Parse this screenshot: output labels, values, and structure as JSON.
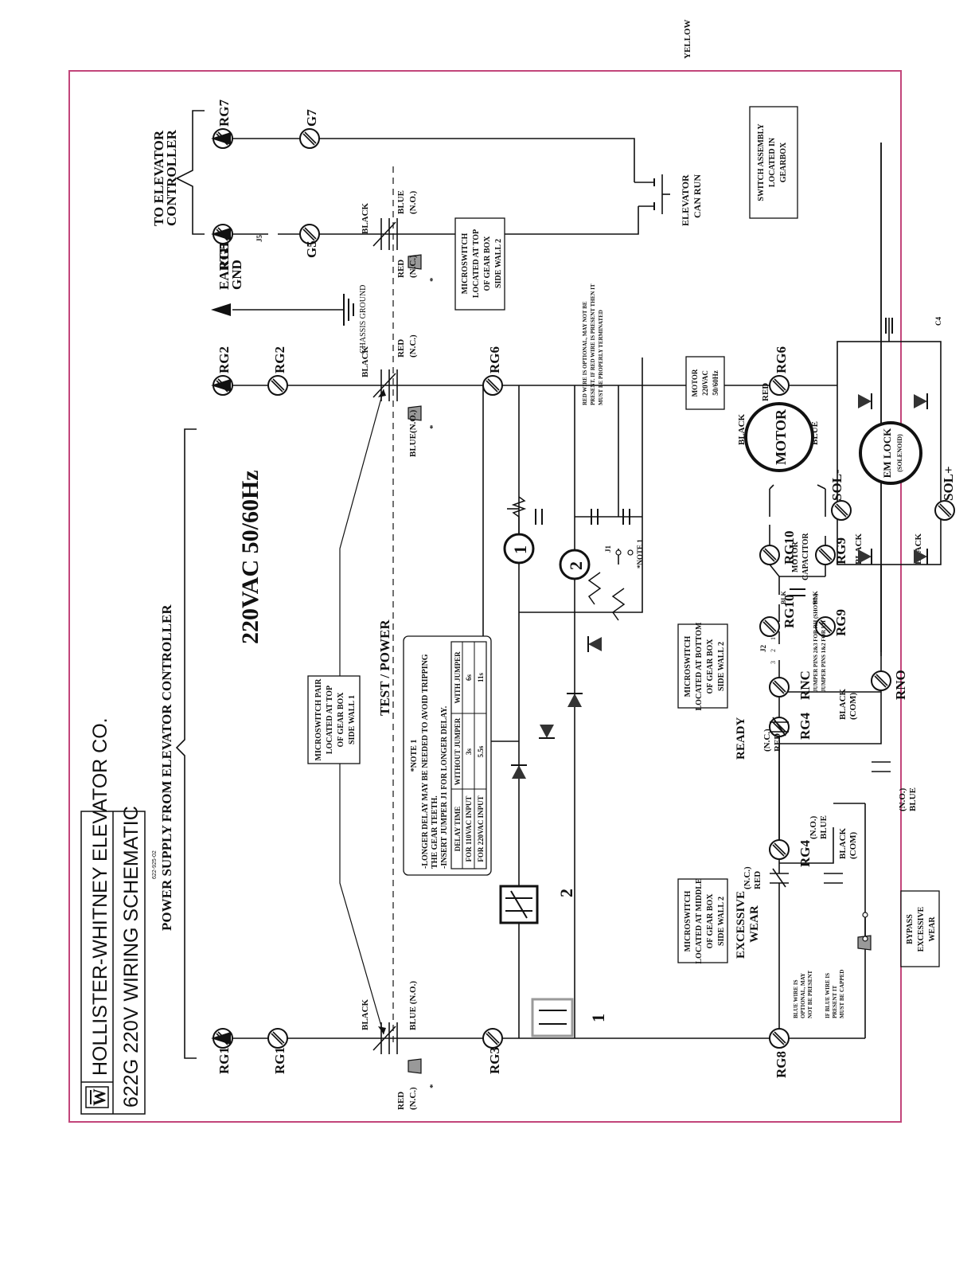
{
  "title_block": {
    "company": "HOLLISTER-WHITNEY ELEVATOR CO.",
    "schematic": "622G 220V WIRING SCHEMATIC",
    "doc_no": "622-925-02"
  },
  "headers": {
    "power_supply": "POWER SUPPLY FROM ELEVATOR CONTROLLER",
    "voltage": "220VAC 50/60Hz",
    "to_controller_1": "TO ELEVATOR",
    "to_controller_2": "CONTROLLER",
    "test_power": "TEST / POWER"
  },
  "terminals": {
    "rg1": "RG1",
    "rg2": "RG2",
    "rg3": "RG3",
    "rg4": "RG4",
    "rg5": "RG5",
    "rg6": "RG6",
    "rg7": "RG7",
    "rg8": "RG8",
    "rg9": "RG9",
    "rg10": "RG10",
    "g5": "G5",
    "g7": "G7",
    "rnc": "RNC",
    "rno": "RNO",
    "earth_1": "EARTH",
    "earth_2": "GND",
    "chassis": "CHASSIS GROUND",
    "sol_minus": "SOL-",
    "sol_plus": "SOL+"
  },
  "wires": {
    "black": "BLACK",
    "red": "RED",
    "blue": "BLUE",
    "yellow": "YELLOW",
    "red_nc": "RED",
    "nc": "(N.C.)",
    "blue_no": "BLUE (N.O.)",
    "blue_no_2": "BLUE(N.O.)",
    "no": "(N.O.)",
    "black_com": "BLACK",
    "com": "(COM)",
    "blk": "BLK",
    "star": "*"
  },
  "labels": {
    "microswitch_pair": [
      "MICROSWITCH PAIR",
      "LOCATED AT TOP",
      "OF GEAR BOX",
      "SIDE WALL 1"
    ],
    "microswitch_top2": [
      "MICROSWITCH",
      "LOCATED AT TOP",
      "OF GEAR BOX",
      "SIDE WALL 2"
    ],
    "microswitch_bottom2": [
      "MICROSWITCH",
      "LOCATED AT BOTTOM",
      "OF GEAR BOX",
      "SIDE WALL 2"
    ],
    "microswitch_middle2": [
      "MICROSWITCH",
      "LOCATED AT MIDDLE",
      "OF GEAR BOX",
      "SIDE WALL 2"
    ],
    "switch_assembly": [
      "SWITCH ASSEMBLY",
      "LOCATED IN",
      "GEARBOX"
    ],
    "elevator_can_run": [
      "ELEVATOR",
      "CAN RUN"
    ],
    "motor_spec": [
      "MOTOR",
      "220VAC",
      "50/60Hz"
    ],
    "motor": "MOTOR",
    "motor_capacitor": [
      "MOTOR",
      "CAPACITOR"
    ],
    "em_lock": "EM LOCK",
    "solenoid": "(SOLENOID)",
    "ready": "READY",
    "excessive_wear": [
      "EXCESSIVE",
      "WEAR"
    ],
    "bypass": [
      "BYPASS",
      "EXCESSIVE",
      "WEAR"
    ],
    "red_wire_note": [
      "RED WIRE IS OPTIONAL, MAY NOT BE",
      "PRESENT. IF RED WIRE IS PRESENT THEN IT",
      "MUST BE PROPERLY TERMINATED"
    ],
    "blue_wire_note": [
      "BLUE WIRE IS",
      "OPTIONAL, MAY",
      "NOT BE PRESENT"
    ],
    "blue_capped_note": [
      "IF BLUE WIRE IS",
      "PRESENT IT",
      "MUST BE CAPPED"
    ],
    "jumper_note": [
      "JUMPER PINS 2&3 FOR RH (SHOWN)",
      "JUMPER PINS 1&2 FOR LH"
    ],
    "j1": "J1",
    "j2": "J2",
    "j5": "J5",
    "c4": "C4",
    "note1_tag": "*NOTE 1",
    "timer_1": "1",
    "timer_2": "2",
    "relay_1": "1",
    "relay_2": "2",
    "pin_1": "1",
    "pin_2": "2",
    "pin_3": "3"
  },
  "note1": {
    "heading": "*NOTE 1",
    "lines": [
      "-LONGER DELAY MAY BE NEEDED TO AVOID TRIPPING",
      " THE GEAR TEETH.",
      "-INSERT JUMPER J1 FOR LONGER DELAY."
    ],
    "table": {
      "headers": [
        "DELAY TIME",
        "WITHOUT JUMPER",
        "WITH JUMPER"
      ],
      "rows": [
        [
          "FOR 110VAC INPUT",
          "3s",
          "6s"
        ],
        [
          "FOR 220VAC INPUT",
          "5.5s",
          "11s"
        ]
      ]
    }
  },
  "colors": {
    "border": "#c2457a",
    "relay1": "#9a9a9a",
    "ink": "#111111"
  }
}
